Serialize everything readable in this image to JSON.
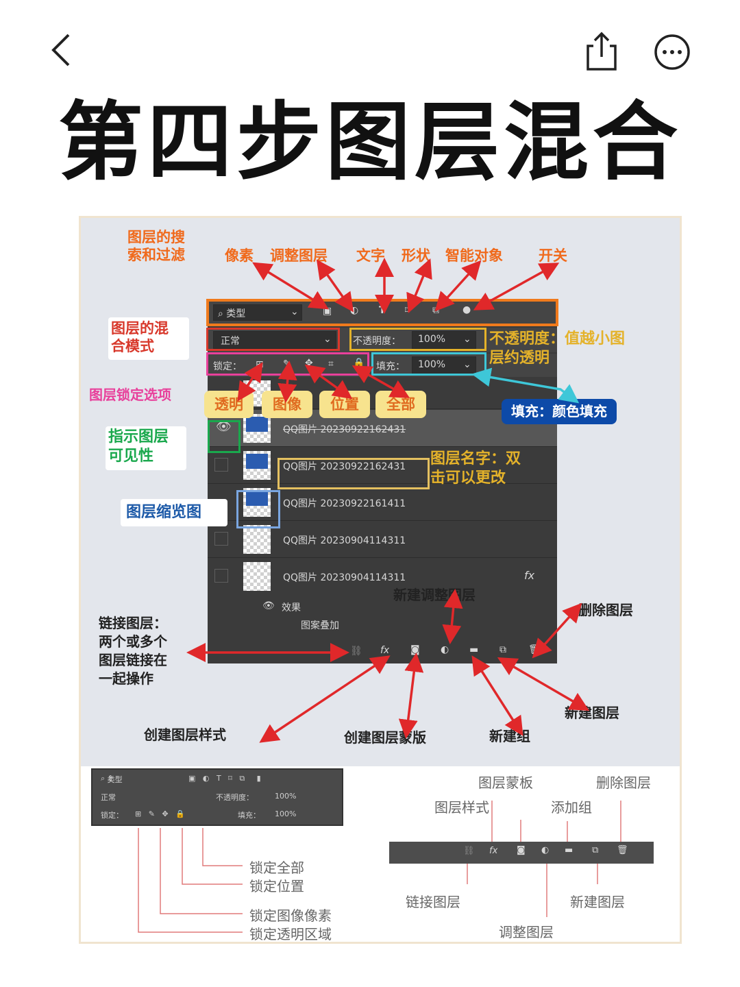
{
  "title": "第四步图层混合",
  "topbar": {
    "back_icon": "chevron-left-icon",
    "share_icon": "share-icon",
    "more_icon": "more-icon"
  },
  "panel": {
    "search_kind": "类型",
    "blend_mode": "正常",
    "opacity_label": "不透明度：",
    "opacity_value": "100%",
    "lock_label": "锁定：",
    "fill_label": "填充：",
    "fill_value": "100%",
    "layers": [
      {
        "name": "QQ图片 20230922162431",
        "strike": true
      },
      {
        "name": "QQ图片 20230922162431"
      },
      {
        "name": "QQ图片 20230922161411"
      },
      {
        "name": "QQ图片 20230904114311"
      },
      {
        "name": "QQ图片 20230904114311"
      }
    ],
    "effects_label": "效果",
    "effect_item": "图案叠加",
    "fx_label": "fx"
  },
  "annotations": {
    "search_filter": "图层的搜\n索和过滤",
    "pixel": "像素",
    "adjust_layer": "调整图层",
    "text": "文字",
    "shape": "形状",
    "smart_object": "智能对象",
    "switch": "开关",
    "blend_mode": "图层的混\n合模式",
    "opacity_note": "不透明度：值越小图\n层约透明",
    "lock_options": "图层锁定选项",
    "lock_transparent": "透明",
    "lock_image": "图像",
    "lock_position": "位置",
    "lock_all": "全部",
    "fill_note": "填充：颜色填充",
    "visibility": "指示图层\n可见性",
    "layer_name_note": "图层名字：双\n击可以更改",
    "thumbnail": "图层缩览图",
    "new_adjust_layer": "新建调整图层",
    "delete_layer": "删除图层",
    "link_layers": "链接图层：\n两个或多个\n图层链接在\n一起操作",
    "create_style": "创建图层样式",
    "create_mask": "创建图层蒙版",
    "new_group": "新建组",
    "new_layer": "新建图层"
  },
  "reference": {
    "lock_all": "锁定全部",
    "lock_position": "锁定位置",
    "lock_image_pixels": "锁定图像像素",
    "lock_transparent_area": "锁定透明区域",
    "layer_mask": "图层蒙板",
    "delete_layer": "删除图层",
    "layer_style": "图层样式",
    "add_group": "添加组",
    "link_layers": "链接图层",
    "new_layer": "新建图层",
    "adjust_layer": "调整图层",
    "mini_kind": "类型",
    "mini_mode": "正常",
    "mini_opacity": "不透明度：",
    "mini_opacity_value": "100%",
    "mini_lock": "锁定：",
    "mini_fill": "填充：",
    "mini_fill_value": "100%"
  }
}
